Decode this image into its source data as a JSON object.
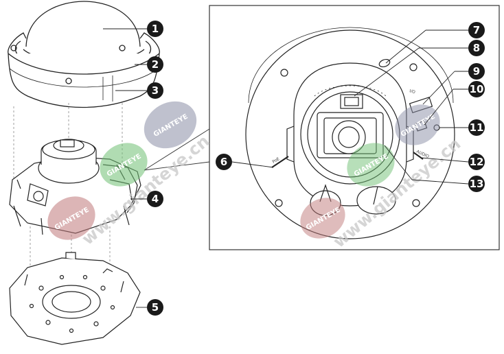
{
  "callouts": [
    {
      "label": "1"
    },
    {
      "label": "2"
    },
    {
      "label": "3"
    },
    {
      "label": "4"
    },
    {
      "label": "5"
    },
    {
      "label": "6"
    },
    {
      "label": "7"
    },
    {
      "label": "8"
    },
    {
      "label": "9"
    },
    {
      "label": "10"
    },
    {
      "label": "11"
    },
    {
      "label": "12"
    },
    {
      "label": "13"
    }
  ],
  "detail_labels": {
    "poe": "PoE",
    "io": "I/O",
    "audio": "AUDIO"
  },
  "watermark": {
    "brand": "GIANTEYE",
    "url": "www.gianteye.cn",
    "colors": {
      "gray": "#8a8ea6",
      "green": "#6fbf73",
      "red": "#c0797a"
    }
  }
}
